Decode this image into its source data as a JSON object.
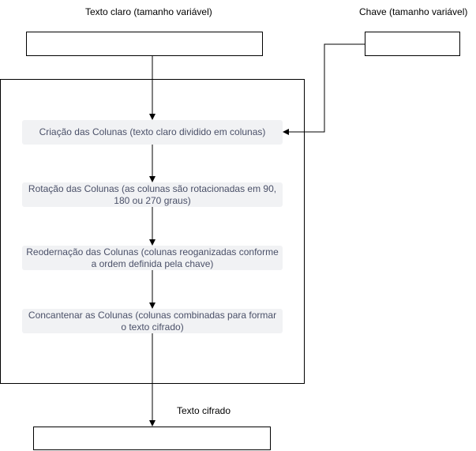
{
  "labels": {
    "plaintext": "Texto claro (tamanho variável)",
    "key": "Chave (tamanho variável)",
    "ciphertext": "Texto cifrado"
  },
  "steps": [
    {
      "text": "Criação das Colunas (texto claro dividido em colunas)"
    },
    {
      "text": "Rotação das Colunas (as colunas são rotacionadas em 90, 180 ou 270 graus)"
    },
    {
      "text": "Reodernação das Colunas (colunas reoganizadas conforme a ordem definida pela chave)"
    },
    {
      "text": "Concantenar as Colunas (colunas combinadas para formar o texto cifrado)"
    }
  ],
  "colors": {
    "step_fill": "#f1f2f4",
    "step_text": "#4a5068",
    "line": "#000000"
  }
}
